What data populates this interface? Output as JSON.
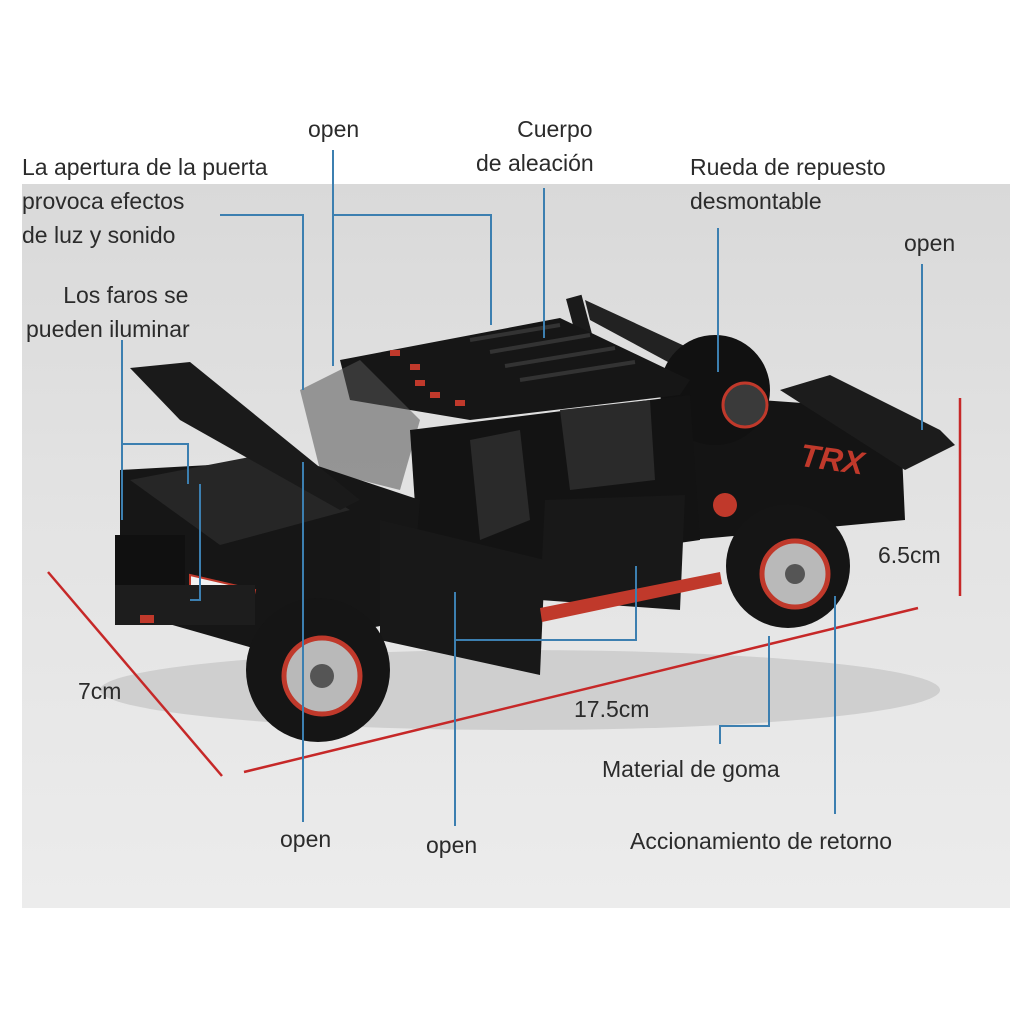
{
  "colors": {
    "leader_line": "#3c7fb0",
    "dimension_line": "#c62828",
    "truck_body": "#141414",
    "accent_red": "#c0392b"
  },
  "labels": {
    "open_hood": "open",
    "body": [
      "Cuerpo",
      "de aleación"
    ],
    "door_effects": [
      "La apertura de la puerta",
      "provoca efectos",
      "de luz y sonido"
    ],
    "spare": [
      "Rueda de repuesto",
      "desmontable"
    ],
    "open_tailgate": "open",
    "headlights": [
      "Los faros se",
      "pueden iluminar"
    ],
    "height": "6.5cm",
    "width": "7cm",
    "length": "17.5cm",
    "rubber": "Material de goma",
    "open_front_door": "open",
    "open_rear_door": "open",
    "pullback": "Accionamiento de retorno"
  },
  "badge": "TRX"
}
